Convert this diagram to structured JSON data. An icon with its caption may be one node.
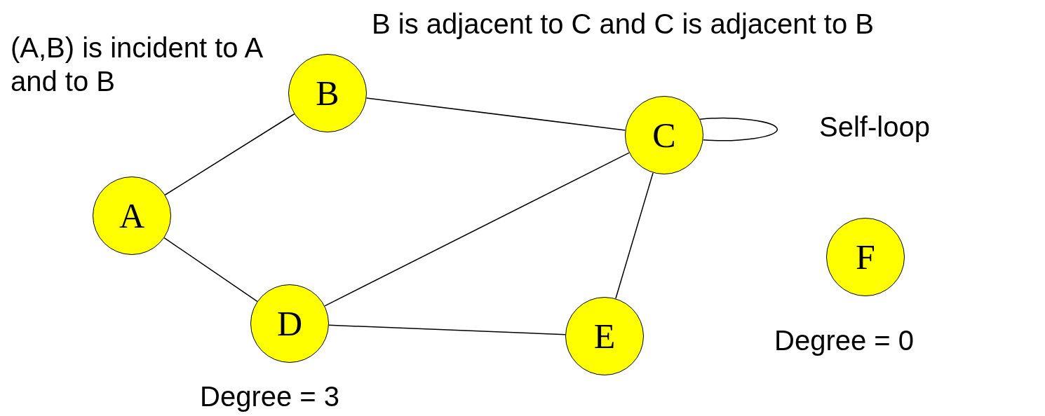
{
  "diagram": {
    "nodes": [
      {
        "text": [
          "A"
        ]
      },
      {
        "text": [
          "B"
        ]
      },
      {
        "text": [
          "C"
        ]
      },
      {
        "text": [
          "D"
        ],
        "beside": [
          "Degree = 3"
        ]
      },
      {
        "text": [
          "E"
        ]
      },
      {
        "text": [
          "F"
        ],
        "beside": [
          "Degree = 0"
        ]
      }
    ],
    "edges": [
      {
        "from": 0,
        "to": 1,
        "arrow": "none"
      },
      {
        "from": 1,
        "to": 2,
        "arrow": "none"
      },
      {
        "from": 0,
        "to": 3,
        "arrow": "none"
      },
      {
        "from": 3,
        "to": 2,
        "arrow": "none"
      },
      {
        "from": 2,
        "to": 4,
        "arrow": "none"
      },
      {
        "from": 3,
        "to": 4,
        "arrow": "none"
      },
      {
        "from": 2,
        "to": 2,
        "arrow": "none",
        "label": "Self-loop"
      }
    ],
    "labels": [
      "(A,B) is incident to A and to B",
      "B is adjacent to C and C is adjacent to B"
    ]
  }
}
